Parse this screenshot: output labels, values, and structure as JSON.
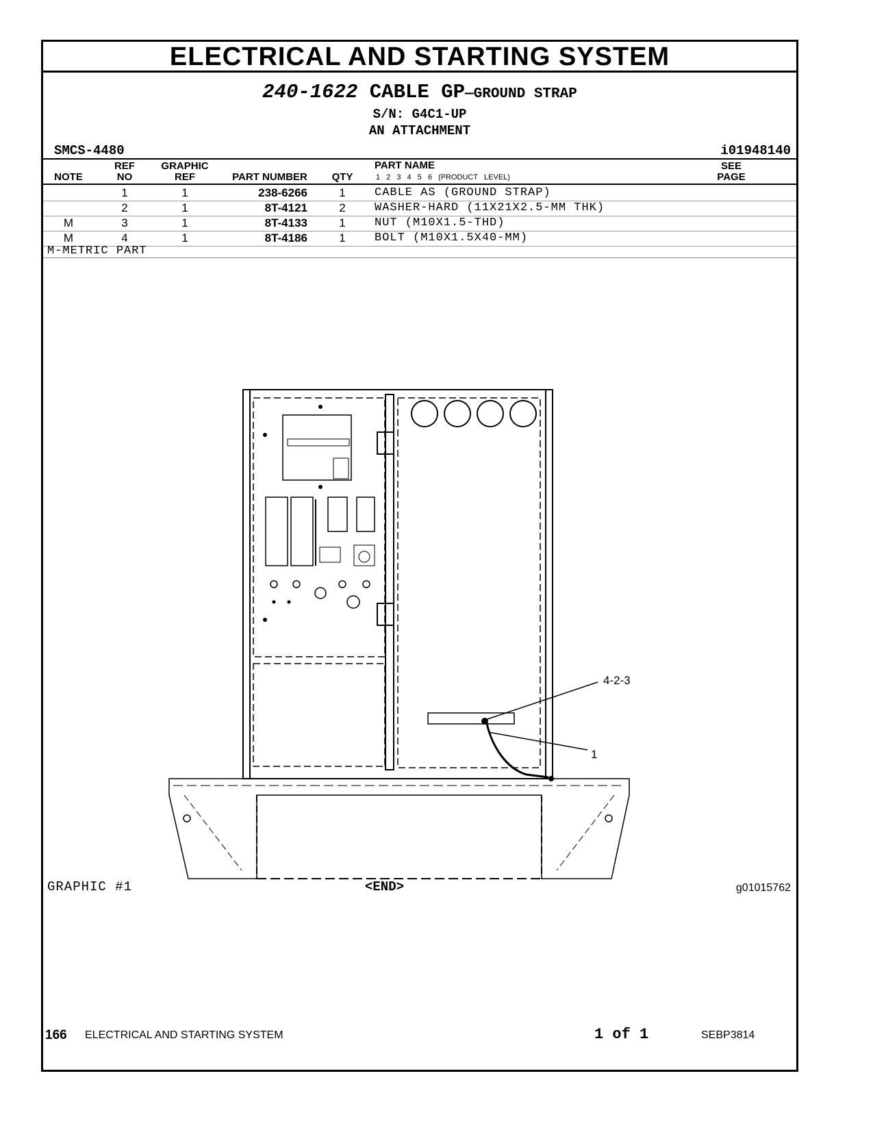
{
  "section_title": "ELECTRICAL AND STARTING SYSTEM",
  "group": {
    "number": "240-1622",
    "name": "CABLE GP",
    "sub": "—GROUND STRAP",
    "serial": "S/N: G4C1-UP",
    "attachment": "AN ATTACHMENT"
  },
  "smcs": "SMCS-4480",
  "illustration_id": "i01948140",
  "table": {
    "headers": {
      "note": "NOTE",
      "ref_top": "REF",
      "ref_bottom": "NO",
      "graphic_top": "GRAPHIC",
      "graphic_bottom": "REF",
      "part_number": "PART NUMBER",
      "qty": "QTY",
      "part_name": "PART NAME",
      "product_level": "1 2 3 4 5 6 (PRODUCT LEVEL)",
      "see_top": "SEE",
      "see_bottom": "PAGE"
    },
    "rows": [
      {
        "note": "",
        "ref": "1",
        "graphic": "1",
        "part_number": "238-6266",
        "qty": "1",
        "name": "CABLE AS (GROUND STRAP)"
      },
      {
        "note": "",
        "ref": "2",
        "graphic": "1",
        "part_number": "8T-4121",
        "qty": "2",
        "name": "WASHER-HARD (11X21X2.5-MM THK)"
      },
      {
        "note": "M",
        "ref": "3",
        "graphic": "1",
        "part_number": "8T-4133",
        "qty": "1",
        "name": "NUT (M10X1.5-THD)"
      },
      {
        "note": "M",
        "ref": "4",
        "graphic": "1",
        "part_number": "8T-4186",
        "qty": "1",
        "name": "BOLT (M10X1.5X40-MM)"
      }
    ],
    "footnote": "M-METRIC PART"
  },
  "graphic": {
    "label": "GRAPHIC #1",
    "end": "<END>",
    "id": "g01015762",
    "callouts": [
      "4-2-3",
      "1"
    ]
  },
  "footer": {
    "page_number": "166",
    "title": "ELECTRICAL AND STARTING SYSTEM",
    "page_of": "1 of 1",
    "publication": "SEBP3814"
  }
}
